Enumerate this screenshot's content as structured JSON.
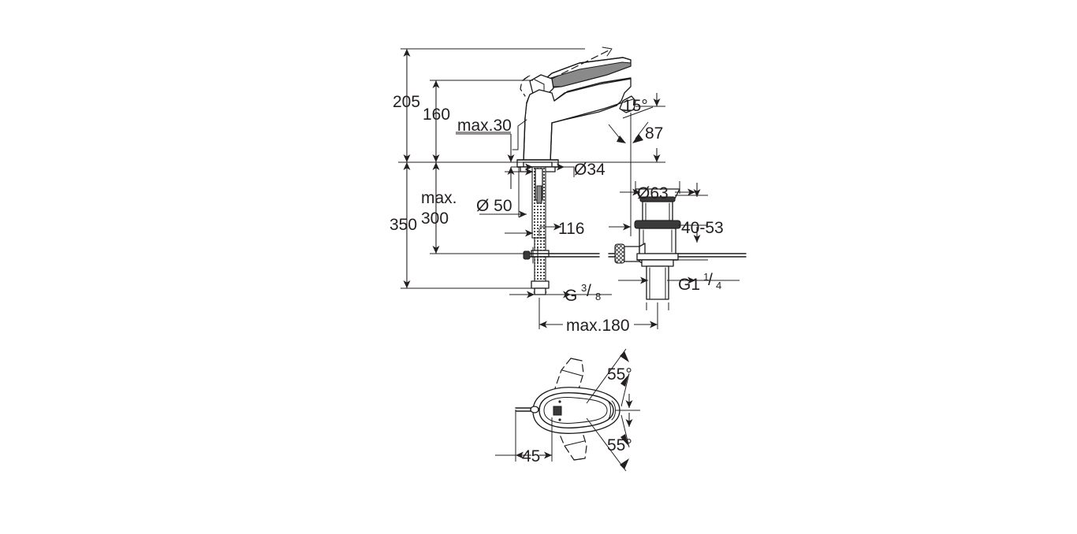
{
  "drawing": {
    "title": "Single-lever basin mixer dimensional drawing",
    "background_color": "#ffffff",
    "line_color": "#231f20",
    "object_color": "#1a1a1a",
    "units": "mm",
    "views": [
      {
        "id": "elevation",
        "name": "front-elevation-view"
      },
      {
        "id": "plan",
        "name": "top-plan-view"
      }
    ]
  },
  "dimensions": {
    "overall_height": "205",
    "spout_height": "160",
    "max_deck_thickness": "max.30",
    "max_total": "350",
    "max_lower": "max.",
    "max_lower_value": "300",
    "escutcheon_dia": "Ø 50",
    "shank_dia": "Ø34",
    "spout_reach": "116",
    "spout_angle": "15°",
    "spout_outlet_height": "87",
    "waste_flange_dia": "Ø63",
    "waste_adjust_range": "40-53",
    "supply_thread_g": "G",
    "supply_thread_num": "3",
    "supply_thread_den": "8",
    "waste_thread_g": "G1",
    "waste_thread_num": "1",
    "waste_thread_den": "4",
    "max_spread": "max.180",
    "lever_swing_up": "55°",
    "lever_swing_down": "55°",
    "lever_offset": "45"
  }
}
